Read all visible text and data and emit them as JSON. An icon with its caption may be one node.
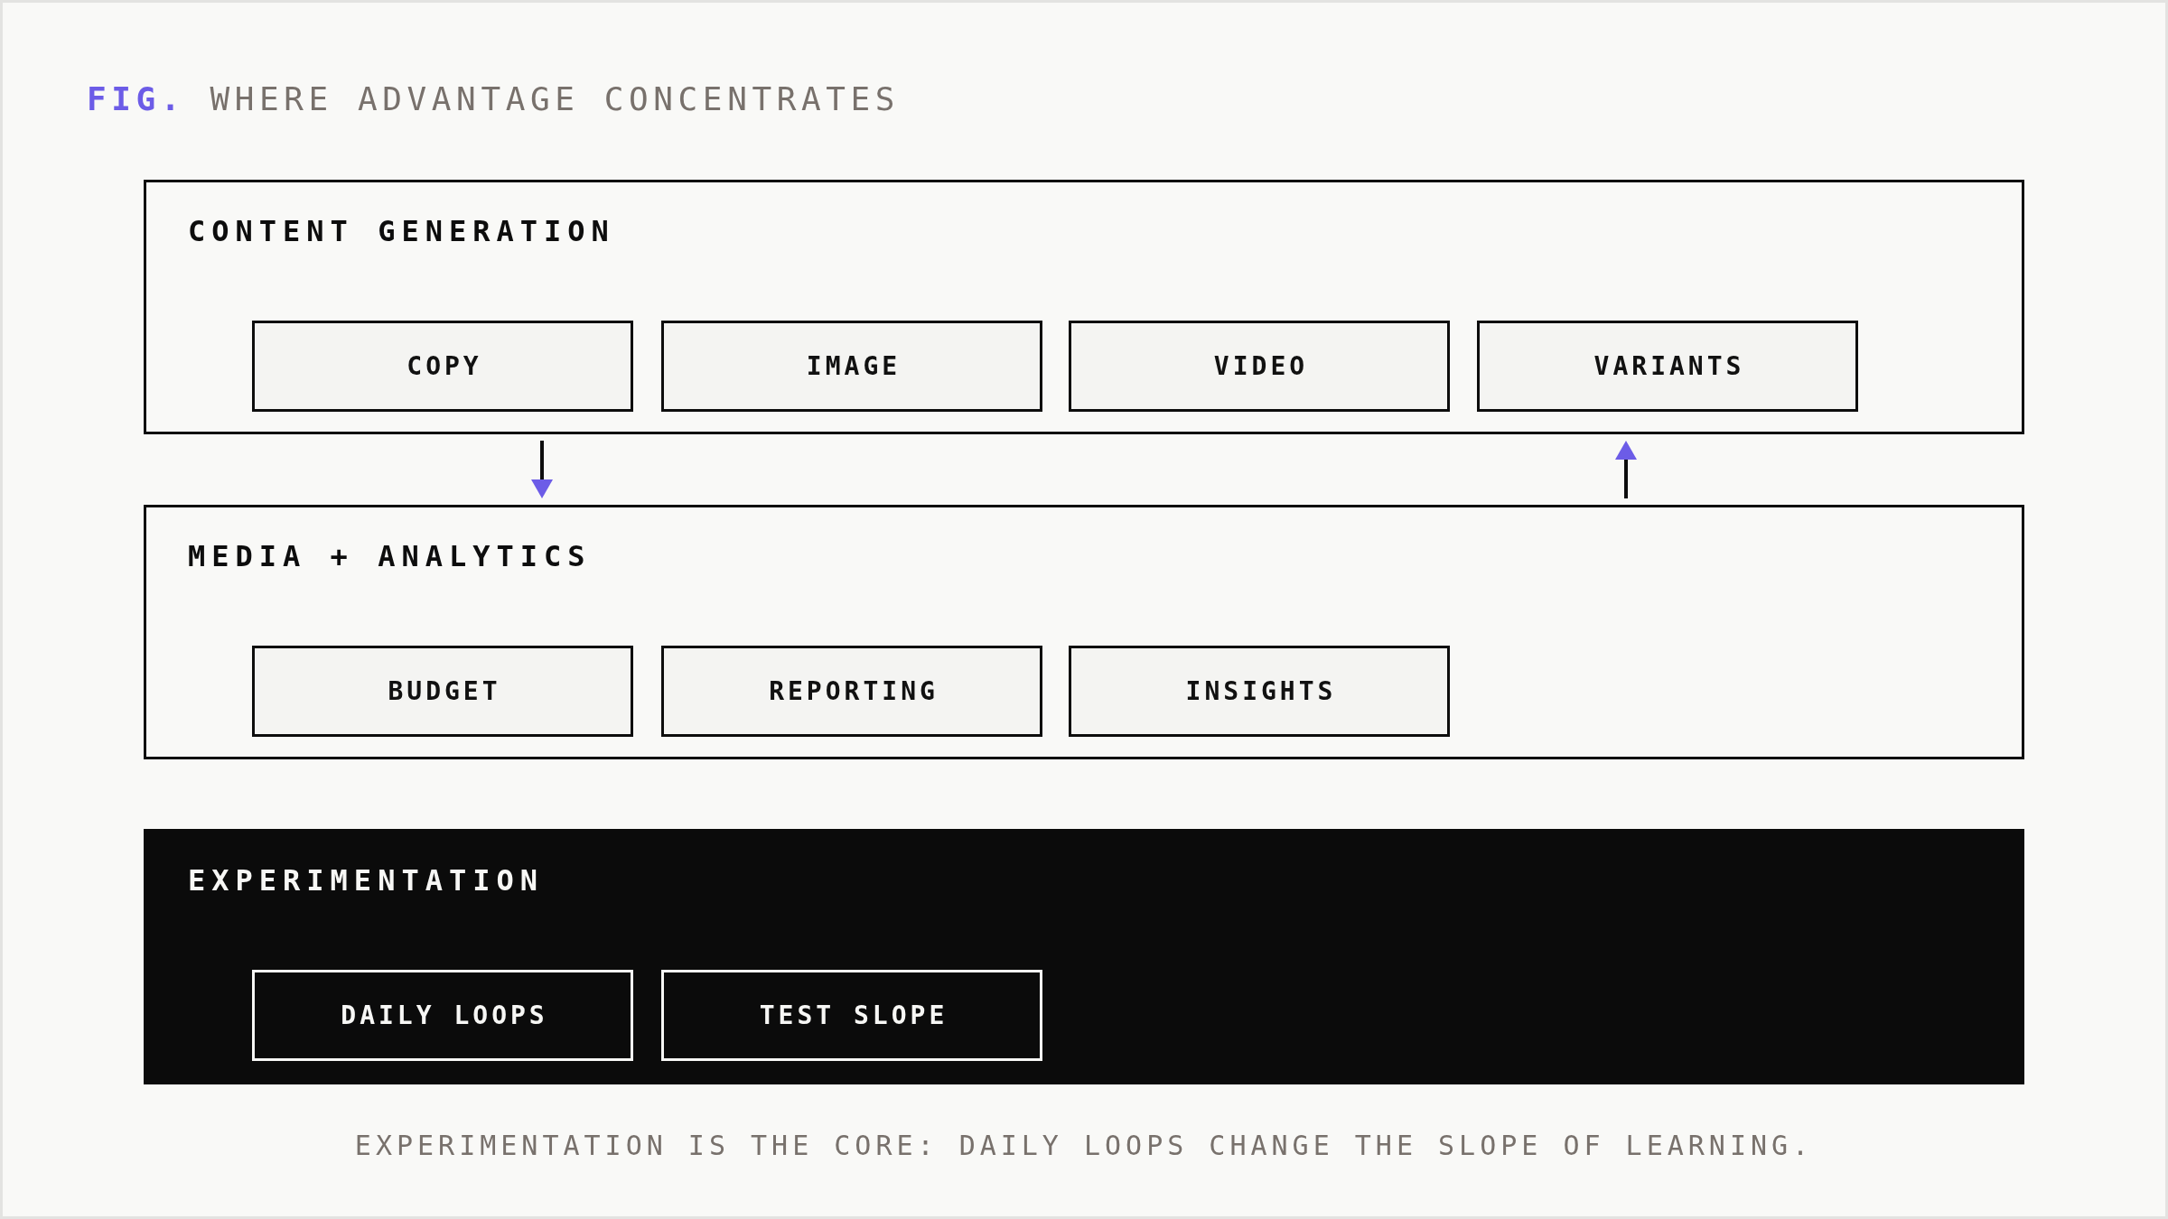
{
  "diagram": {
    "title": "**FIG.** WHERE ADVANTAGE CONCENTRATES",
    "caption": "EXPERIMENTATION IS THE CORE: DAILY LOOPS CHANGE THE SLOPE OF LEARNING.",
    "nodes": [
      {
        "text": [
          "CONTENT GENERATION"
        ]
      },
      {
        "text": [
          "COPY"
        ],
        "in": 0
      },
      {
        "text": [
          "IMAGE"
        ],
        "in": 0
      },
      {
        "text": [
          "VIDEO"
        ],
        "in": 0
      },
      {
        "text": [
          "VARIANTS"
        ],
        "in": 0
      },
      {
        "text": [
          "MEDIA + ANALYTICS"
        ]
      },
      {
        "text": [
          "BUDGET"
        ],
        "in": 5
      },
      {
        "text": [
          "REPORTING"
        ],
        "in": 5
      },
      {
        "text": [
          "INSIGHTS"
        ],
        "in": 5
      },
      {
        "text": [
          "EXPERIMENTATION"
        ]
      },
      {
        "text": [
          "DAILY LOOPS"
        ],
        "in": 9
      },
      {
        "text": [
          "TEST SLOPE"
        ],
        "in": 9
      }
    ],
    "edges": [
      {
        "from": 0,
        "to": 5,
        "arrow": "to"
      },
      {
        "from": 5,
        "to": 0,
        "arrow": "to"
      }
    ]
  }
}
